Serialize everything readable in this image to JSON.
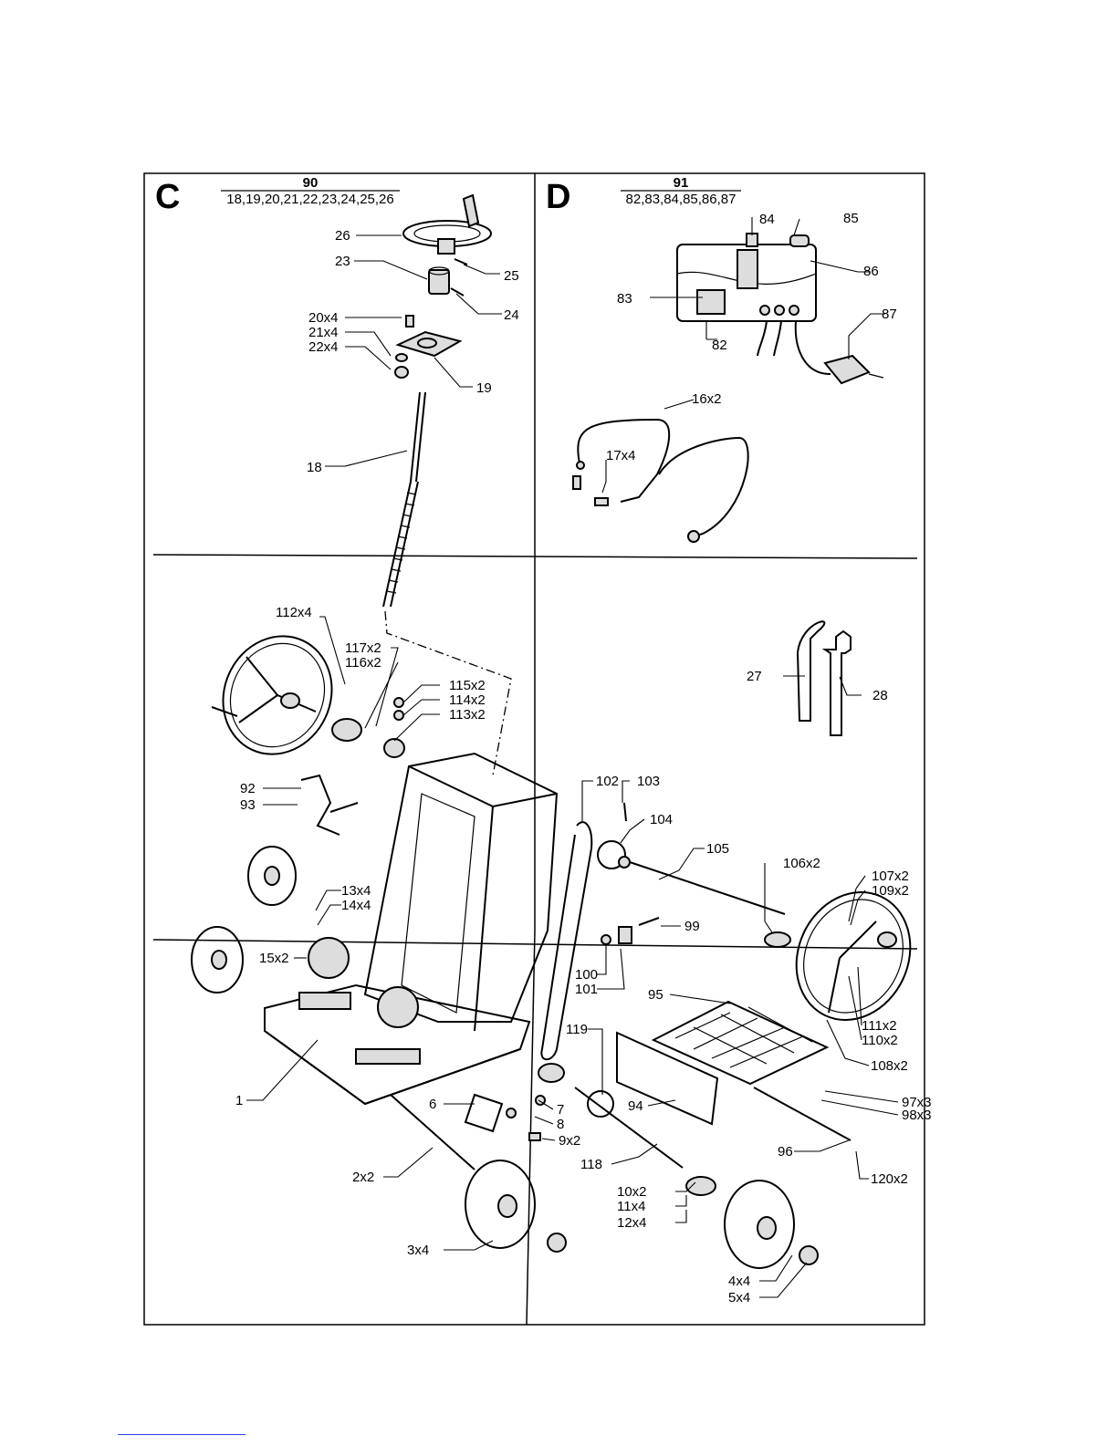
{
  "panels": {
    "c": {
      "letter": "C",
      "kit_number": "90",
      "kit_parts": "18,19,20,21,22,23,24,25,26"
    },
    "d": {
      "letter": "D",
      "kit_number": "91",
      "kit_parts": "82,83,84,85,86,87"
    }
  },
  "labels": {
    "l26": "26",
    "l25": "25",
    "l23": "23",
    "l24": "24",
    "l20": "20x4",
    "l21": "21x4",
    "l22": "22x4",
    "l19": "19",
    "l18": "18",
    "l84": "84",
    "l85": "85",
    "l86": "86",
    "l83": "83",
    "l82": "82",
    "l87": "87",
    "l16": "16x2",
    "l17": "17x4",
    "l27": "27",
    "l28": "28",
    "l112": "112x4",
    "l117": "117x2",
    "l116": "116x2",
    "l115": "115x2",
    "l114": "114x2",
    "l113": "113x2",
    "l92": "92",
    "l93": "93",
    "l13": "13x4",
    "l14": "14x4",
    "l15": "15x2",
    "l1": "1",
    "l102": "102",
    "l103": "103",
    "l104": "104",
    "l105": "105",
    "l106": "106x2",
    "l107": "107x2",
    "l109": "109x2",
    "l99": "99",
    "l100": "100",
    "l101": "101",
    "l95": "95",
    "l111": "111x2",
    "l110": "110x2",
    "l108": "108x2",
    "l119": "119",
    "l97": "97x3",
    "l98": "98x3",
    "l94": "94",
    "l96": "96",
    "l120": "120x2",
    "l6": "6",
    "l7": "7",
    "l8": "8",
    "l9": "9x2",
    "l2": "2x2",
    "l118": "118",
    "l10": "10x2",
    "l11": "11x4",
    "l12": "12x4",
    "l3": "3x4",
    "l4": "4x4",
    "l5": "5x4"
  }
}
